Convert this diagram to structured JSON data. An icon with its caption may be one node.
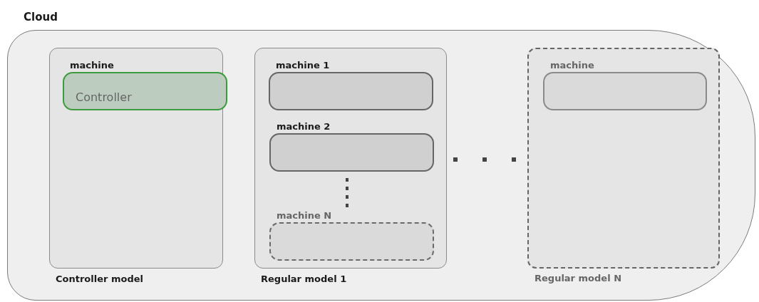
{
  "diagram": {
    "nodes": [
      {
        "text": [
          "Cloud"
        ]
      },
      {
        "text": [
          "Controller model"
        ],
        "in": 0
      },
      {
        "text": [
          "machine",
          "Controller"
        ],
        "in": 1
      },
      {
        "text": [
          "Regular model 1"
        ],
        "in": 0
      },
      {
        "text": [
          "machine 1"
        ],
        "in": 3
      },
      {
        "text": [
          "machine 2"
        ],
        "in": 3
      },
      {
        "text": [
          "machine N"
        ],
        "in": 3
      },
      {
        "text": [
          "Regular model N"
        ],
        "in": 0
      },
      {
        "text": [
          "machine"
        ],
        "in": 7
      }
    ]
  }
}
